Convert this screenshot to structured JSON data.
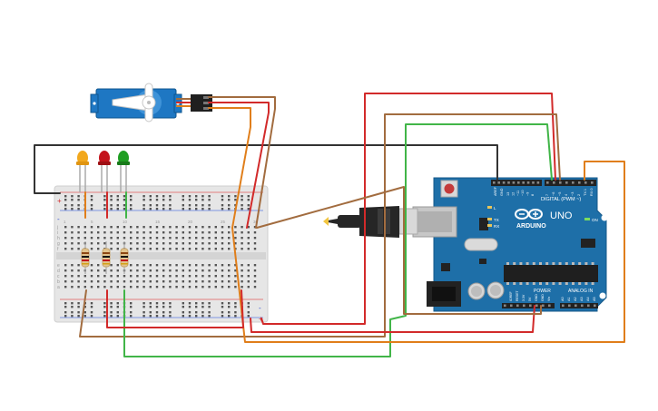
{
  "board": {
    "brand": "ARDUINO",
    "model": "UNO",
    "on_label": "ON",
    "digital_label": "DIGITAL (PWM ~)",
    "analog_label": "ANALOG IN",
    "power_label": "POWER",
    "tx_label": "TX",
    "rx_label": "RX",
    "l_label": "L",
    "aref_label": "AREF",
    "gnd_label": "GND",
    "digital_pins": [
      "13",
      "12",
      "~11",
      "~10",
      "~9",
      "8",
      "7",
      "~6",
      "~5",
      "4",
      "~3",
      "2",
      "TX 1",
      "RX 0"
    ],
    "analog_pins": [
      "A0",
      "A1",
      "A2",
      "A3",
      "A4",
      "A5"
    ],
    "power_pins": [
      "IOREF",
      "RESET",
      "3.3V",
      "5V",
      "GND",
      "GND",
      "Vin"
    ]
  },
  "breadboard": {
    "letters_top": [
      "j",
      "i",
      "h",
      "g",
      "f"
    ],
    "letters_bottom": [
      "e",
      "d",
      "c",
      "b",
      "a"
    ],
    "numbers": [
      "1",
      "5",
      "10",
      "15",
      "20",
      "25",
      "30"
    ],
    "plus": "+",
    "minus": "-"
  },
  "components": {
    "servo": "servo-motor",
    "leds": [
      {
        "color": "#f2a81d"
      },
      {
        "color": "#c4141c"
      },
      {
        "color": "#1f9e22"
      }
    ],
    "resistor_count": 3
  },
  "colors": {
    "wire_red": "#d22a2a",
    "wire_brown": "#a26c3f",
    "wire_green": "#41b548",
    "wire_orange": "#e07e1a",
    "wire_black": "#333333",
    "board_blue": "#1e6fa8",
    "breadboard": "#e6e6e6"
  }
}
